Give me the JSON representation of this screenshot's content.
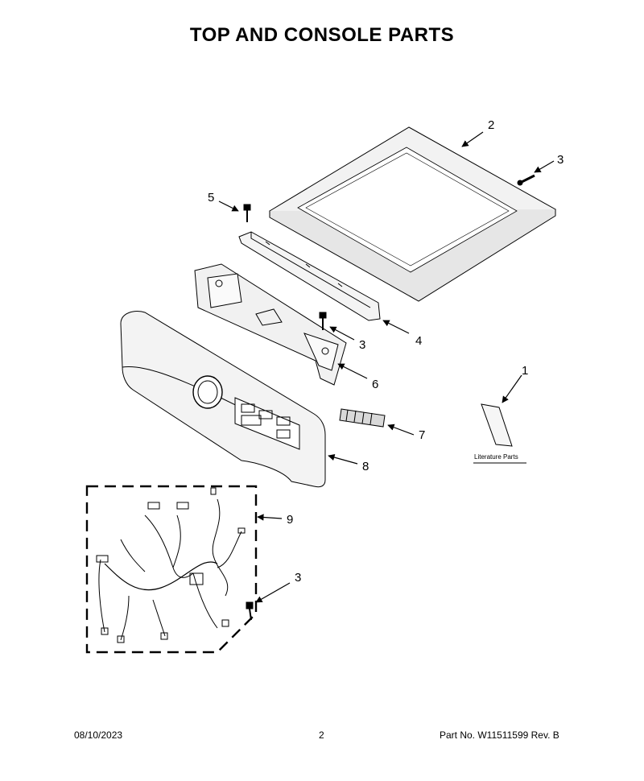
{
  "title": "TOP AND CONSOLE PARTS",
  "callouts": {
    "c1": "1",
    "c2": "2",
    "c3a": "3",
    "c3b": "3",
    "c3c": "3",
    "c4": "4",
    "c5": "5",
    "c6": "6",
    "c7": "7",
    "c8": "8",
    "c9": "9"
  },
  "literature_label": "Literature Parts",
  "footer": {
    "date": "08/10/2023",
    "page": "2",
    "part_no": "Part No.  W11511599  Rev.  B"
  }
}
